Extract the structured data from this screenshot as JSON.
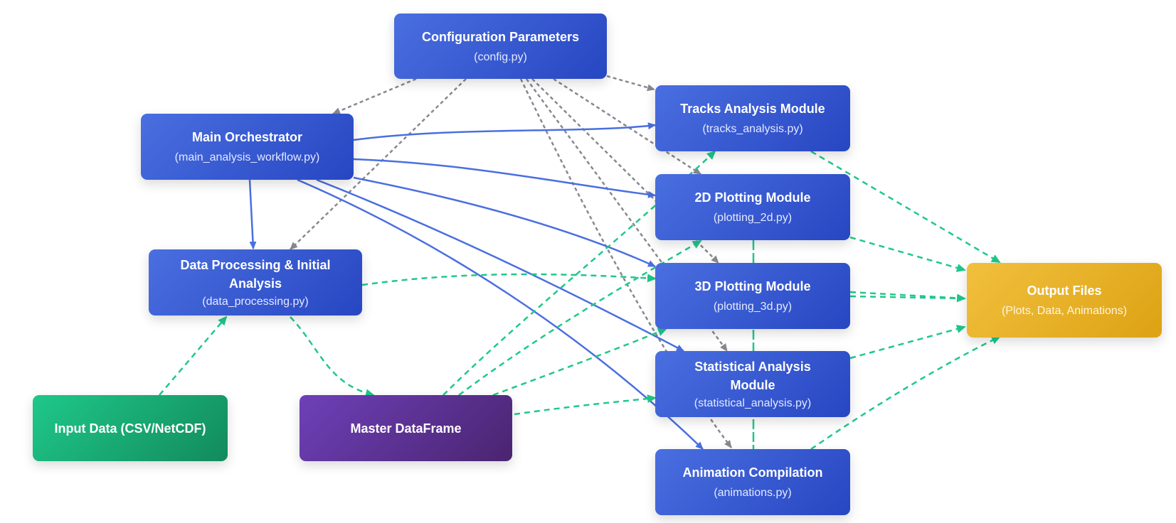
{
  "colors": {
    "module_blue": "#3658d3",
    "input_green": "#19a873",
    "dataframe_purple": "#5c3293",
    "output_gold": "#e8b025",
    "edge_call": "#4a6fe0",
    "edge_config": "#888890",
    "edge_data": "#1fc88a"
  },
  "nodes": {
    "config": {
      "title": "Configuration Parameters",
      "sub": "(config.py)"
    },
    "main": {
      "title": "Main Orchestrator",
      "sub": "(main_analysis_workflow.py)"
    },
    "dataproc": {
      "title": "Data Processing & Initial Analysis",
      "sub": "(data_processing.py)"
    },
    "input": {
      "title": "Input Data (CSV/NetCDF)"
    },
    "master": {
      "title": "Master DataFrame"
    },
    "tracks": {
      "title": "Tracks Analysis Module",
      "sub": "(tracks_analysis.py)"
    },
    "plot2d": {
      "title": "2D Plotting Module",
      "sub": "(plotting_2d.py)"
    },
    "plot3d": {
      "title": "3D Plotting Module",
      "sub": "(plotting_3d.py)"
    },
    "stats": {
      "title": "Statistical Analysis Module",
      "sub": "(statistical_analysis.py)"
    },
    "anim": {
      "title": "Animation Compilation",
      "sub": "(animations.py)"
    },
    "output": {
      "title": "Output Files",
      "sub": "(Plots, Data, Animations)"
    }
  },
  "edges": [
    {
      "from": "config",
      "to": "main",
      "type": "config"
    },
    {
      "from": "config",
      "to": "dataproc",
      "type": "config"
    },
    {
      "from": "config",
      "to": "tracks",
      "type": "config"
    },
    {
      "from": "config",
      "to": "plot2d",
      "type": "config"
    },
    {
      "from": "config",
      "to": "plot3d",
      "type": "config"
    },
    {
      "from": "config",
      "to": "stats",
      "type": "config"
    },
    {
      "from": "config",
      "to": "anim",
      "type": "config"
    },
    {
      "from": "main",
      "to": "dataproc",
      "type": "call"
    },
    {
      "from": "main",
      "to": "tracks",
      "type": "call"
    },
    {
      "from": "main",
      "to": "plot2d",
      "type": "call"
    },
    {
      "from": "main",
      "to": "plot3d",
      "type": "call"
    },
    {
      "from": "main",
      "to": "stats",
      "type": "call"
    },
    {
      "from": "main",
      "to": "anim",
      "type": "call"
    },
    {
      "from": "input",
      "to": "dataproc",
      "type": "data"
    },
    {
      "from": "dataproc",
      "to": "master",
      "type": "data"
    },
    {
      "from": "dataproc",
      "to": "plot3d",
      "type": "data"
    },
    {
      "from": "master",
      "to": "tracks",
      "type": "data"
    },
    {
      "from": "master",
      "to": "plot2d",
      "type": "data"
    },
    {
      "from": "master",
      "to": "plot3d",
      "type": "data"
    },
    {
      "from": "master",
      "to": "stats",
      "type": "data"
    },
    {
      "from": "tracks",
      "to": "output",
      "type": "data"
    },
    {
      "from": "plot2d",
      "to": "output",
      "type": "data"
    },
    {
      "from": "plot3d",
      "to": "output",
      "type": "data"
    },
    {
      "from": "stats",
      "to": "output",
      "type": "data"
    },
    {
      "from": "anim",
      "to": "output",
      "type": "data"
    },
    {
      "from": "plot2d",
      "to": "anim",
      "type": "data-link"
    }
  ]
}
